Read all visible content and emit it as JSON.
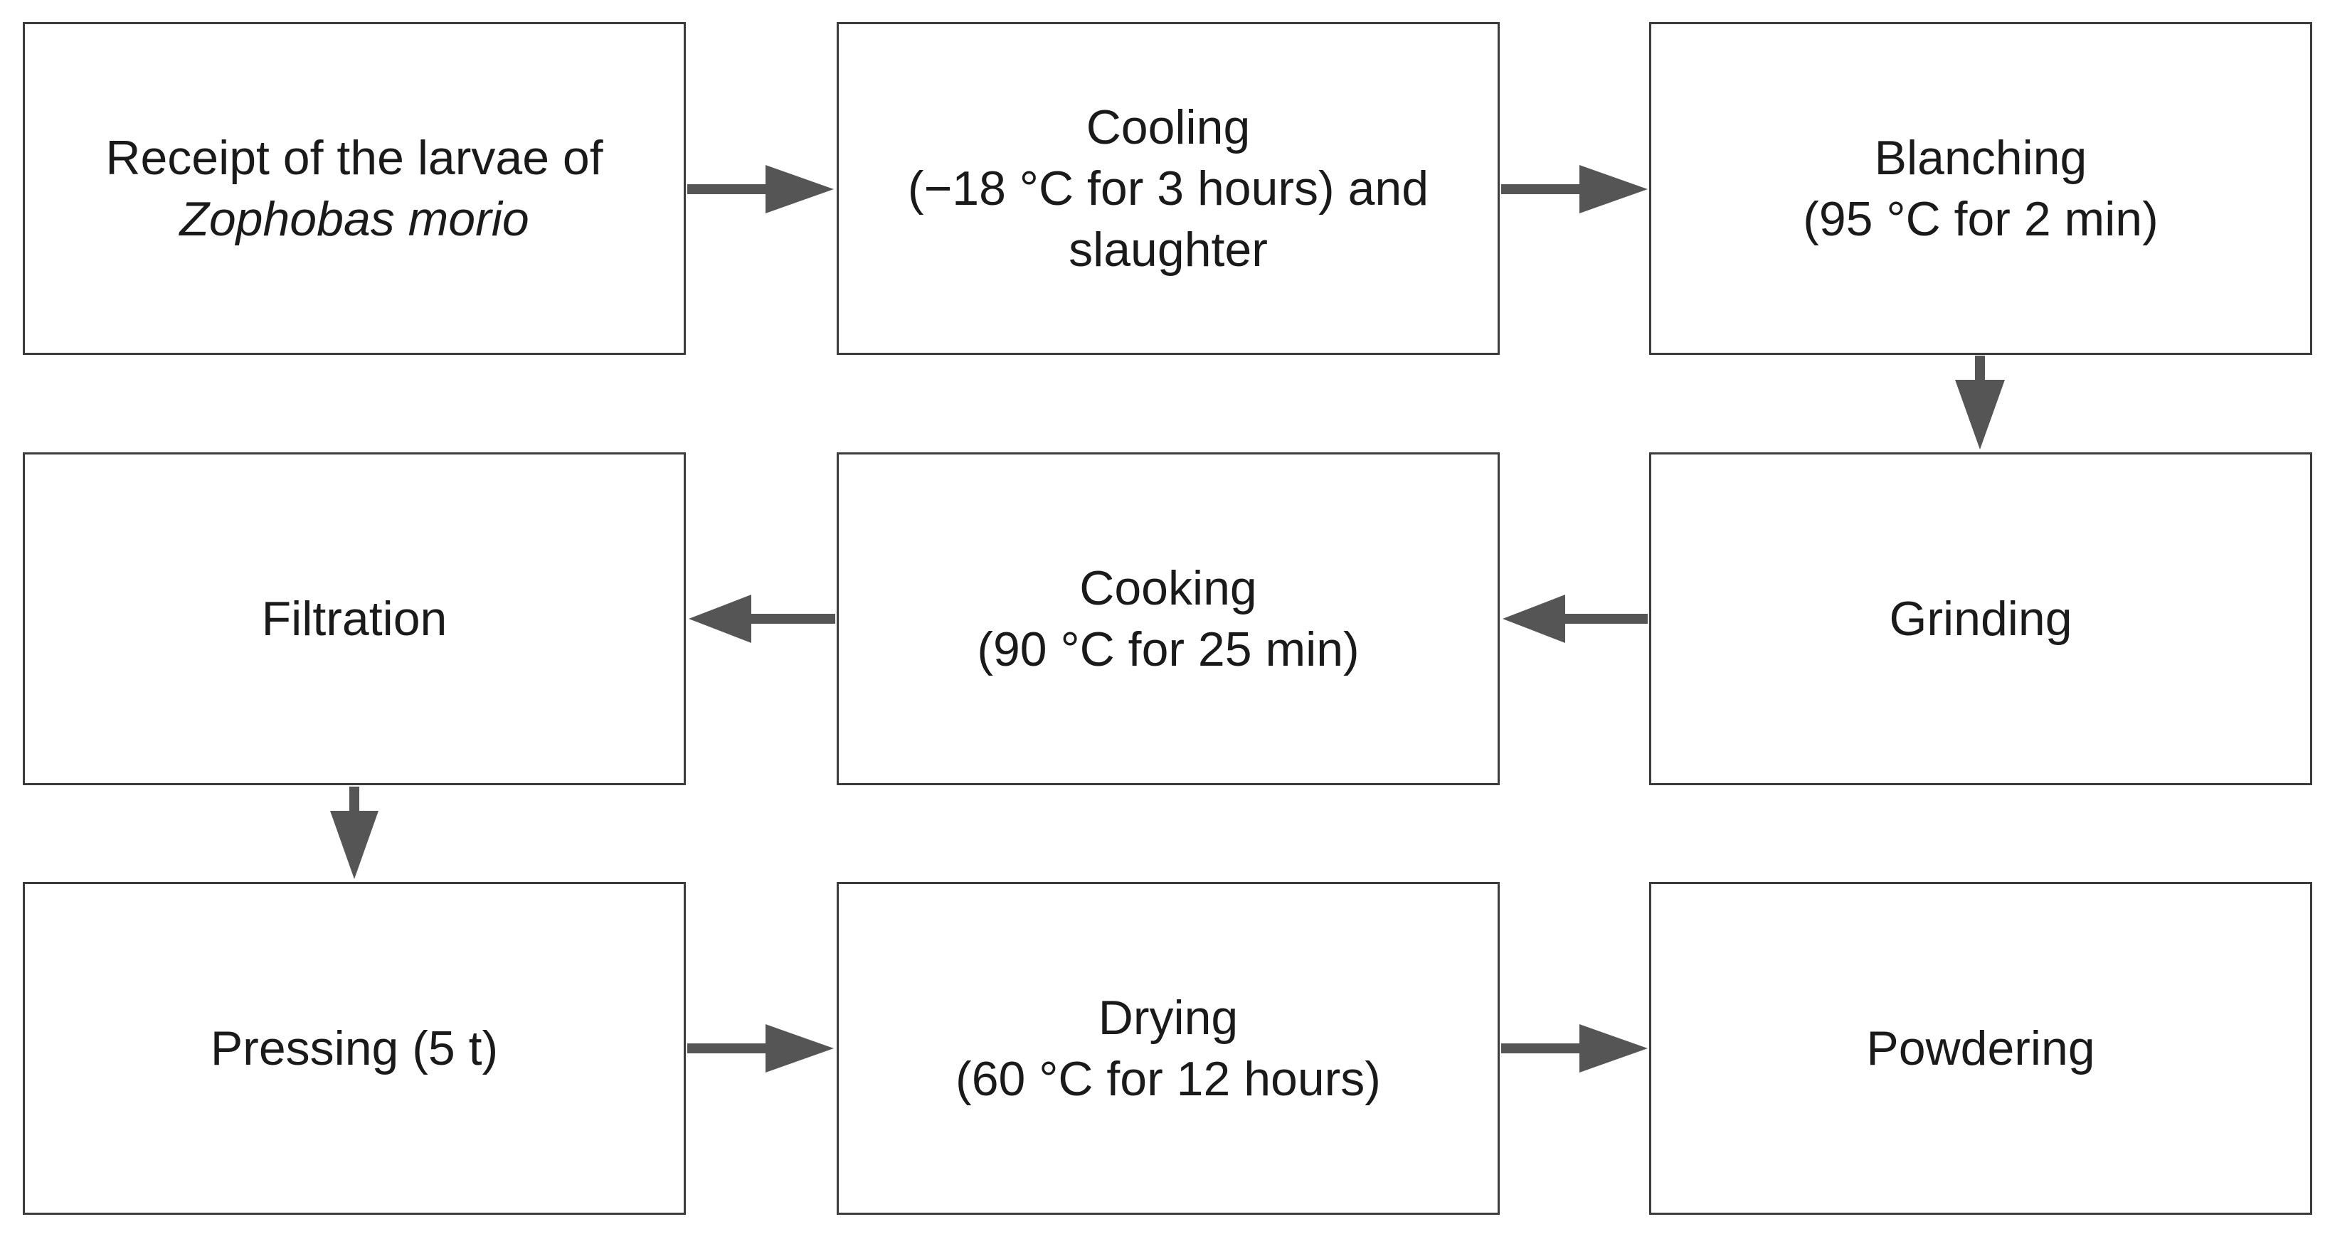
{
  "steps": [
    {
      "lines": [
        "Receipt of the larvae of",
        "Zophobas morio"
      ]
    },
    {
      "lines": [
        "Cooling",
        "(−18 °C for 3 hours) and",
        "slaughter"
      ]
    },
    {
      "lines": [
        "Blanching",
        "(95 °C for 2 min)"
      ]
    },
    {
      "lines": [
        "Grinding"
      ]
    },
    {
      "lines": [
        "Cooking",
        "(90 °C for 25 min)"
      ]
    },
    {
      "lines": [
        "Filtration"
      ]
    },
    {
      "lines": [
        "Pressing (5 t)"
      ]
    },
    {
      "lines": [
        "Drying",
        "(60 °C for 12 hours)"
      ]
    },
    {
      "lines": [
        "Powdering"
      ]
    }
  ],
  "colors": {
    "arrow": "#555555",
    "border": "#3c3c3c",
    "text": "#1a1a1a"
  }
}
